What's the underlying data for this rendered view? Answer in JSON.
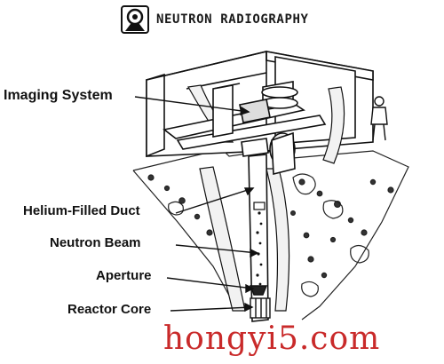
{
  "header": {
    "title": "NEUTRON RADIOGRAPHY",
    "logo_icon": "atomic-energy-logo-icon"
  },
  "labels": {
    "imaging_system": "Imaging System",
    "helium_filled_duct": "Helium-Filled Duct",
    "neutron_beam": "Neutron Beam",
    "aperture": "Aperture",
    "reactor_core": "Reactor Core"
  },
  "watermark": "hongyi5.com",
  "colors": {
    "ink": "#111111",
    "watermark": "#c92a2a",
    "background": "#ffffff"
  }
}
